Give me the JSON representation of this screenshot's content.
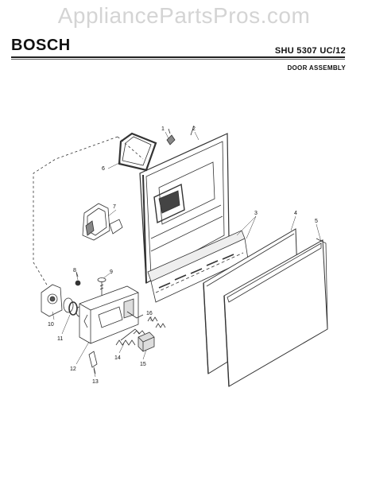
{
  "header": {
    "watermark": "AppliancePartsPros.com",
    "brand": "BOSCH",
    "model": "SHU 5307 UC/12",
    "section": "DOOR ASSEMBLY"
  },
  "diagram": {
    "part_labels": [
      {
        "id": "label-1",
        "text": "1"
      },
      {
        "id": "label-2",
        "text": "2"
      },
      {
        "id": "label-3",
        "text": "3"
      },
      {
        "id": "label-4",
        "text": "4"
      },
      {
        "id": "label-5",
        "text": "5"
      },
      {
        "id": "label-6",
        "text": "6"
      },
      {
        "id": "label-7",
        "text": "7"
      },
      {
        "id": "label-8",
        "text": "8"
      },
      {
        "id": "label-9",
        "text": "9"
      },
      {
        "id": "label-10",
        "text": "10"
      },
      {
        "id": "label-11",
        "text": "11"
      },
      {
        "id": "label-12",
        "text": "12"
      },
      {
        "id": "label-13",
        "text": "13"
      },
      {
        "id": "label-14",
        "text": "14"
      },
      {
        "id": "label-15",
        "text": "15"
      },
      {
        "id": "label-16",
        "text": "16"
      }
    ]
  }
}
